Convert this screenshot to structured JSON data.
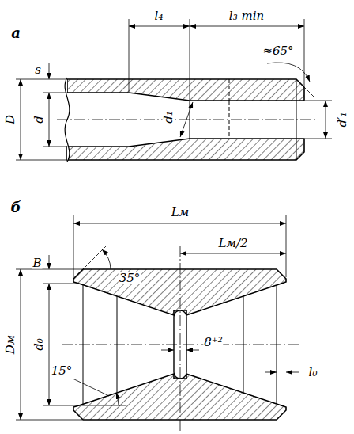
{
  "diagram": {
    "labels": [
      "а",
      "l₄",
      "l₃ min",
      "≈65°",
      "s",
      "D",
      "d",
      "d₁",
      "d′₁",
      "б",
      "Lм",
      "B",
      "35°",
      "Lм/2",
      "Dм",
      "d₀",
      "8⁺²",
      "15°",
      "l₀"
    ]
  }
}
